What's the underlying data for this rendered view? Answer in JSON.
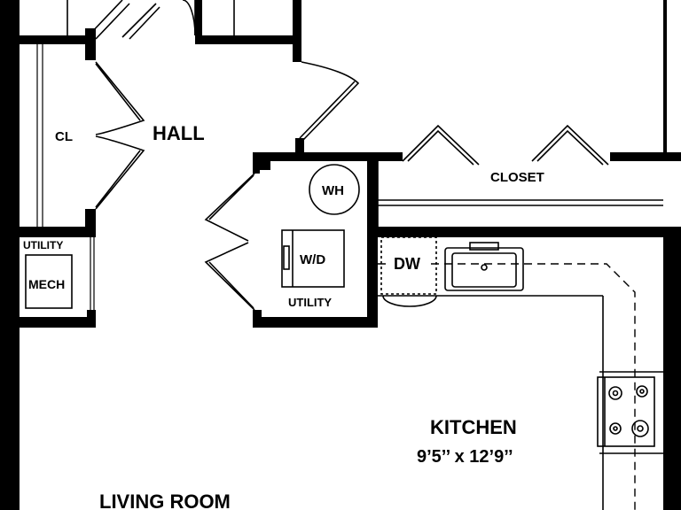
{
  "rooms": {
    "hall": "HALL",
    "closet_small": "CL",
    "utility_left": "UTILITY",
    "mech": "MECH",
    "water_heater": "WH",
    "washer_dryer": "W/D",
    "utility_center": "UTILITY",
    "closet_large": "CLOSET",
    "dishwasher": "DW",
    "kitchen": "KITCHEN",
    "kitchen_dims": "9’5’’ x 12’9’’",
    "living_room": "LIVING ROOM"
  },
  "colors": {
    "walls": "#000000",
    "background": "#ffffff"
  }
}
